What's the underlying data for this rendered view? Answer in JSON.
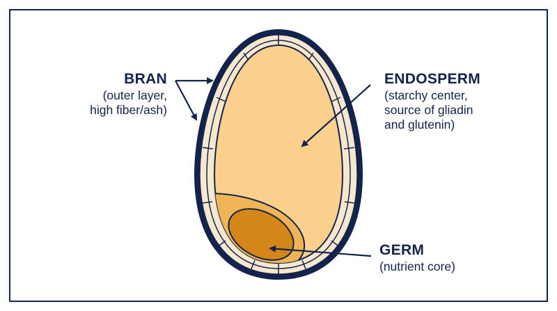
{
  "labels": {
    "bran": {
      "title": "BRAN",
      "lines": [
        "(outer layer,",
        "high fiber/ash)"
      ]
    },
    "endosperm": {
      "title": "ENDOSPERM",
      "lines": [
        "(starchy center,",
        "source of gliadin",
        "and glutenin)"
      ]
    },
    "germ": {
      "title": "GERM",
      "lines": [
        "(nutrient core)"
      ]
    }
  },
  "colors": {
    "outline": "#14234b",
    "bran_layer": "#f6e7cf",
    "endosperm": "#fbd08d",
    "germ_outer": "#efb456",
    "germ_inner": "#d48718",
    "text": "#14234b"
  }
}
